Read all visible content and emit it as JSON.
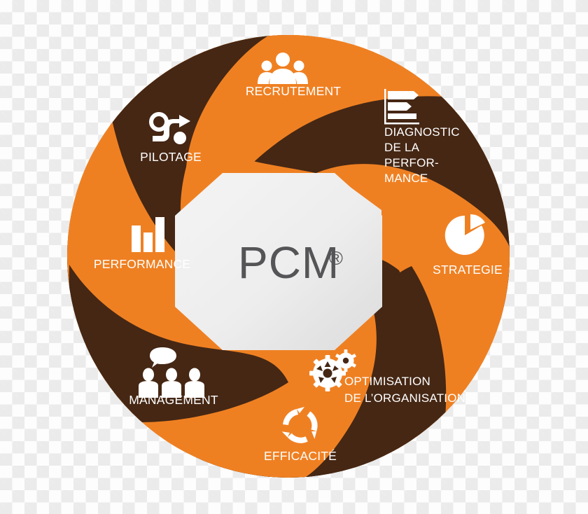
{
  "diagram": {
    "title_center": "PCM",
    "title_center_mark": "®",
    "type": "camera-aperture-infographic",
    "colors": {
      "orange": "#EF8022",
      "orange_dark": "#E87511",
      "brown": "#4A2B17",
      "brown_dark": "#3E2312",
      "center_fill_light": "#F2F2F2",
      "center_fill_dark": "#E2E2E2",
      "center_text": "#555558",
      "label_text": "#FFFFFF"
    },
    "segments": [
      {
        "id": "recrutement",
        "label_lines": [
          "RECRUTEMENT"
        ],
        "icon": "group-people-icon",
        "blade_color": "orange",
        "position": "top"
      },
      {
        "id": "diagnostic-performance",
        "label_lines": [
          "DIAGNOSTIC",
          "DE LA",
          "PERFOR-",
          "MANCE"
        ],
        "icon": "horizontal-bar-chart-icon",
        "blade_color": "brown",
        "position": "top-right"
      },
      {
        "id": "strategie",
        "label_lines": [
          "STRATEGIE"
        ],
        "icon": "pie-chart-icon",
        "blade_color": "orange",
        "position": "right"
      },
      {
        "id": "optimisation-organisation",
        "label_lines": [
          "OPTIMISATION",
          "DE L’ORGANISATION"
        ],
        "icon": "gears-icon",
        "blade_color": "brown",
        "position": "bottom-right"
      },
      {
        "id": "efficacite",
        "label_lines": [
          "EFFICACITÉ"
        ],
        "icon": "recycle-arrows-icon",
        "blade_color": "orange",
        "position": "bottom"
      },
      {
        "id": "management",
        "label_lines": [
          "MANAGEMENT"
        ],
        "icon": "people-speech-bubble-icon",
        "blade_color": "brown",
        "position": "bottom-left"
      },
      {
        "id": "performance",
        "label_lines": [
          "PERFORMANCE"
        ],
        "icon": "vertical-bar-chart-icon",
        "blade_color": "orange",
        "position": "left"
      },
      {
        "id": "pilotage",
        "label_lines": [
          "PILOTAGE"
        ],
        "icon": "path-arrow-icon",
        "blade_color": "brown",
        "position": "top-left"
      }
    ]
  }
}
